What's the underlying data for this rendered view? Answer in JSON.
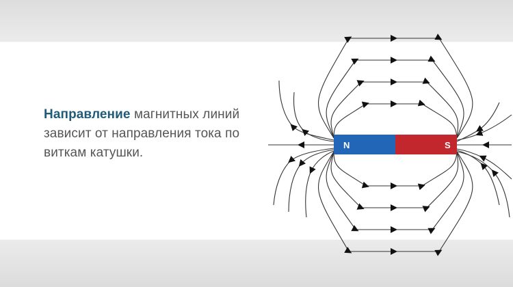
{
  "caption": {
    "bold": "Направление",
    "rest": " магнитных линий зависит от направления тока по виткам катушки."
  },
  "magnet": {
    "north_label": "N",
    "south_label": "S",
    "north_color": "#2266b8",
    "south_color": "#c1272d"
  },
  "colors": {
    "field_line": "#333333",
    "caption_bold": "#1f5a78",
    "caption_text": "#555555"
  }
}
